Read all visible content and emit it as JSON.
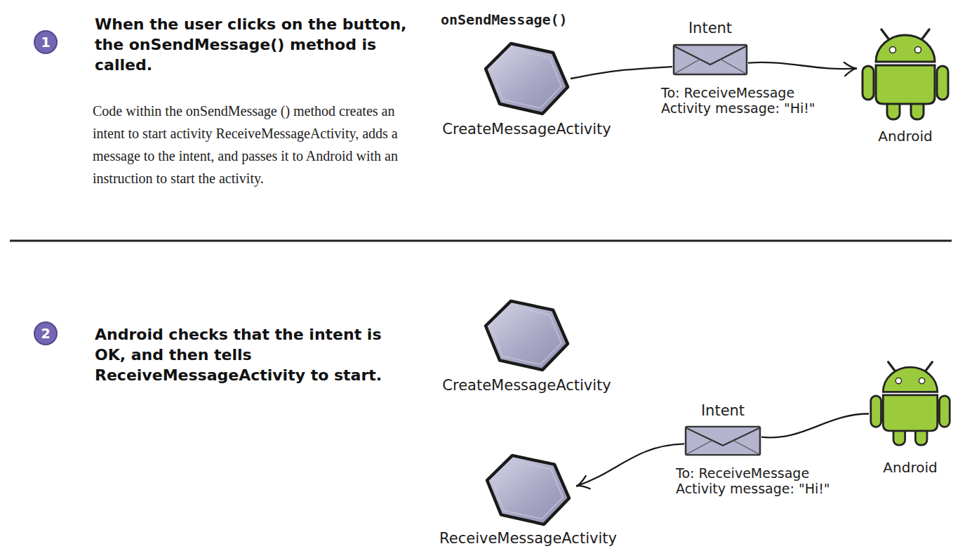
{
  "diagram": {
    "nodes": [
      {
        "text": [
          "onSendMessage()",
          "CreateMessageActivity"
        ]
      },
      {
        "text": [
          "Intent",
          "To: ReceiveMessage Activity message: \"Hi!\""
        ]
      },
      {
        "text": [
          "Android"
        ]
      },
      {
        "text": [
          "CreateMessageActivity"
        ]
      },
      {
        "text": [
          "Android"
        ]
      },
      {
        "text": [
          "Intent",
          "To: ReceiveMessage Activity message: \"Hi!\""
        ]
      },
      {
        "text": [
          "ReceiveMessageActivity"
        ]
      }
    ],
    "edges": [
      {
        "from": 0,
        "to": 1,
        "arrow": "none"
      },
      {
        "from": 1,
        "to": 2,
        "arrow": "to"
      },
      {
        "from": 4,
        "to": 5,
        "arrow": "none"
      },
      {
        "from": 5,
        "to": 6,
        "arrow": "to"
      }
    ],
    "labels": [
      "1",
      "When the user clicks on the button, the onSendMessage() method is called.",
      "Code within the onSendMessage () method creates an intent to start activity ReceiveMessageActivity, adds a message to the intent, and passes it to Android with an instruction to start the activity.",
      "2",
      "Android checks that the intent is OK, and then tells ReceiveMessageActivity to start."
    ]
  }
}
